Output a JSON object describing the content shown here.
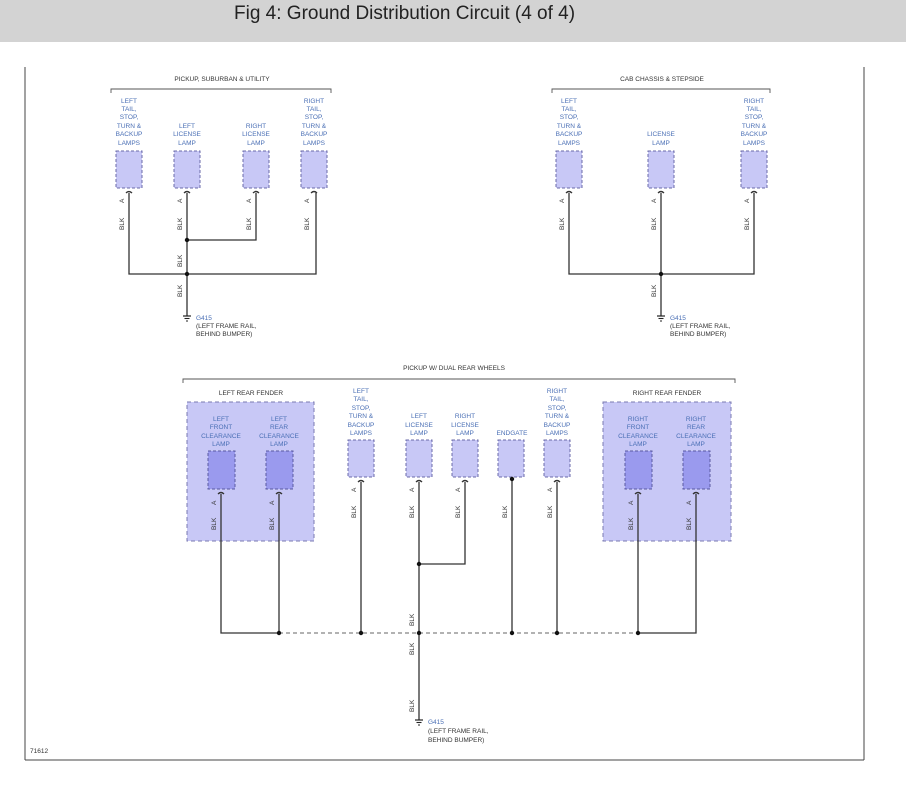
{
  "header": {
    "title": "Fig 4: Ground Distribution Circuit (4 of 4)"
  },
  "diagram": {
    "figure_id": "71612",
    "pin_label": "A",
    "wire_color": "BLK",
    "sections": {
      "pickup": "PICKUP, SUBURBAN & UTILITY",
      "cab": "CAB CHASSIS & STEPSIDE",
      "dual": "PICKUP W/ DUAL REAR WHEELS",
      "left_fender": "LEFT REAR FENDER",
      "right_fender": "RIGHT REAR FENDER"
    },
    "ground": {
      "id": "G415",
      "location_line1": "(LEFT FRAME RAIL,",
      "location_line2": "BEHIND BUMPER)"
    },
    "components": {
      "p_left_tail": [
        "LEFT",
        "TAIL,",
        "STOP,",
        "TURN &",
        "BACKUP",
        "LAMPS"
      ],
      "p_left_license": [
        "LEFT",
        "LICENSE",
        "LAMP"
      ],
      "p_right_license": [
        "RIGHT",
        "LICENSE",
        "LAMP"
      ],
      "p_right_tail": [
        "RIGHT",
        "TAIL,",
        "STOP,",
        "TURN &",
        "BACKUP",
        "LAMPS"
      ],
      "c_left_tail": [
        "LEFT",
        "TAIL,",
        "STOP,",
        "TURN &",
        "BACKUP",
        "LAMPS"
      ],
      "c_license": [
        "LICENSE",
        "LAMP"
      ],
      "c_right_tail": [
        "RIGHT",
        "TAIL,",
        "STOP,",
        "TURN &",
        "BACKUP",
        "LAMPS"
      ],
      "d_left_front_clear": [
        "LEFT",
        "FRONT",
        "CLEARANCE",
        "LAMP"
      ],
      "d_left_rear_clear": [
        "LEFT",
        "REAR",
        "CLEARANCE",
        "LAMP"
      ],
      "d_left_tail": [
        "LEFT",
        "TAIL,",
        "STOP,",
        "TURN &",
        "BACKUP",
        "LAMPS"
      ],
      "d_left_license": [
        "LEFT",
        "LICENSE",
        "LAMP"
      ],
      "d_right_license": [
        "RIGHT",
        "LICENSE",
        "LAMP"
      ],
      "d_endgate": [
        "ENDGATE"
      ],
      "d_right_tail": [
        "RIGHT",
        "TAIL,",
        "STOP,",
        "TURN &",
        "BACKUP",
        "LAMPS"
      ],
      "d_right_front_clear": [
        "RIGHT",
        "FRONT",
        "CLEARANCE",
        "LAMP"
      ],
      "d_right_rear_clear": [
        "RIGHT",
        "REAR",
        "CLEARANCE",
        "LAMP"
      ]
    }
  }
}
